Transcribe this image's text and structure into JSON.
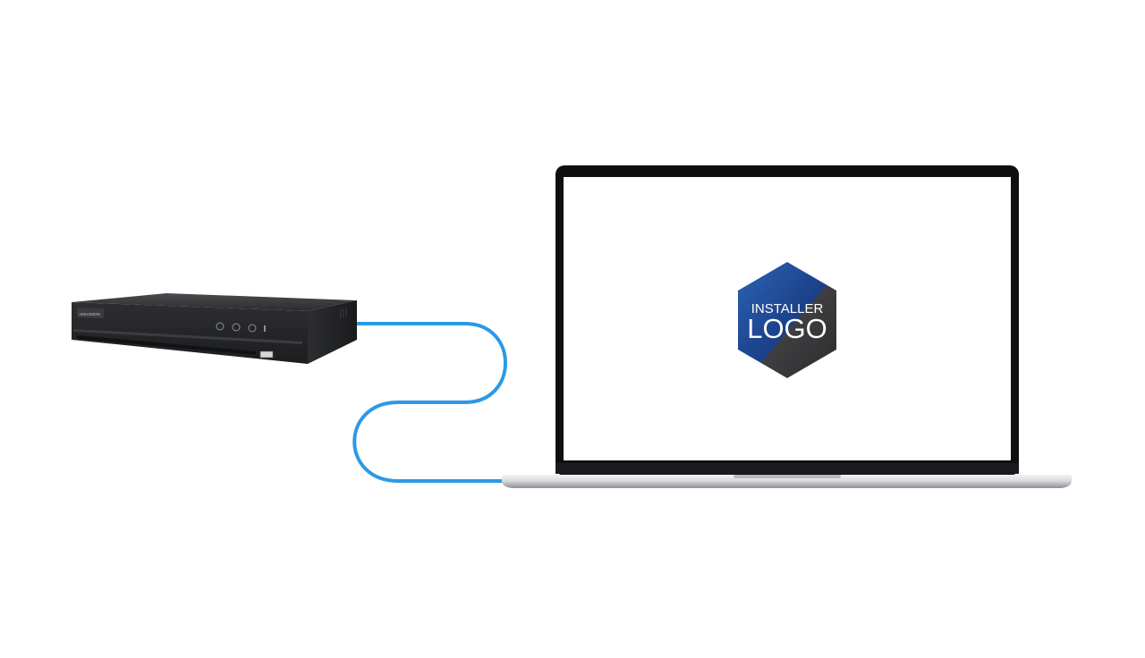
{
  "dvr": {
    "brand_text": "HIKVISION"
  },
  "screen": {
    "logo_line1": "INSTALLER",
    "logo_line2": "LOGO"
  },
  "colors": {
    "cable": "#2a9ae6",
    "logo_blue": "#1f4f9e",
    "logo_dark": "#3a3a3a",
    "device_body": "#2a2b2d",
    "laptop_bezel": "#111111"
  }
}
